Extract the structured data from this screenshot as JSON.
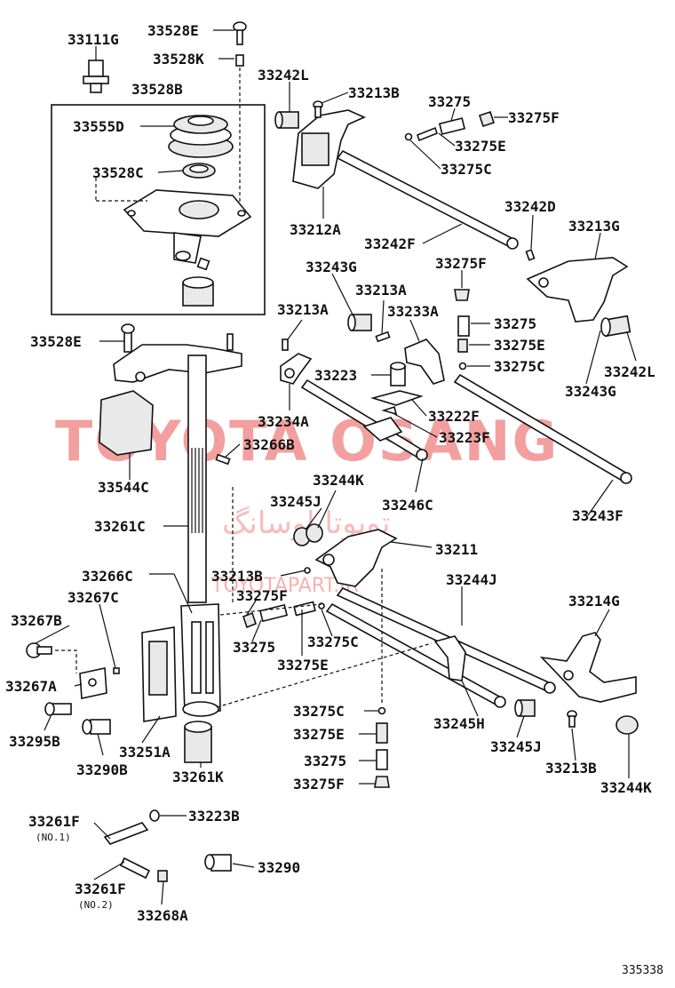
{
  "labels": {
    "l33111G": "33111G",
    "l33528E_top": "33528E",
    "l33528K": "33528K",
    "l33528B": "33528B",
    "l33555D": "33555D",
    "l33528C": "33528C",
    "l33242L_top": "33242L",
    "l33213B_top": "33213B",
    "l33275_top": "33275",
    "l33275F_top": "33275F",
    "l33275E_top": "33275E",
    "l33275C_top": "33275C",
    "l33212A": "33212A",
    "l33242F": "33242F",
    "l33242D": "33242D",
    "l33213G": "33213G",
    "l33275F_mid": "33275F",
    "l33243G_top": "33243G",
    "l33213A_a": "33213A",
    "l33213A_b": "33213A",
    "l33233A": "33233A",
    "l33275_mid": "33275",
    "l33275E_mid": "33275E",
    "l33275C_mid": "33275C",
    "l33242L_mid": "33242L",
    "l33243G_mid": "33243G",
    "l33528E_mid": "33528E",
    "l33223": "33223",
    "l33222F": "33222F",
    "l33234A": "33234A",
    "l33223F": "33223F",
    "l33266B": "33266B",
    "l33544C": "33544C",
    "l33243F": "33243F",
    "l33244K_mid": "33244K",
    "l33245J_mid": "33245J",
    "l33246C": "33246C",
    "l33261C": "33261C",
    "l33211": "33211",
    "l33266C": "33266C",
    "l33213B_mid": "33213B",
    "l33244J": "33244J",
    "l33267C": "33267C",
    "l33275F_low": "33275F",
    "l33214G": "33214G",
    "l33267B": "33267B",
    "l33275_low": "33275",
    "l33275C_low": "33275C",
    "l33275E_low": "33275E",
    "l33267A": "33267A",
    "l33275C_bot": "33275C",
    "l33245H": "33245H",
    "l33295B": "33295B",
    "l33275E_bot": "33275E",
    "l33245J_bot": "33245J",
    "l33251A": "33251A",
    "l33275_bot": "33275",
    "l33213B_bot": "33213B",
    "l33290B": "33290B",
    "l33261K": "33261K",
    "l33275F_bot": "33275F",
    "l33244K_bot": "33244K",
    "l33261F_1": "33261F",
    "l33223B": "33223B",
    "l33290": "33290",
    "l33261F_2": "33261F",
    "l33268A": "33268A",
    "no1": "(NO.1)",
    "no2": "(NO.2)"
  },
  "watermark": {
    "latin": "TOYOTA OSANG",
    "persian": "تویوتا اوسانگ",
    "url": "TOYOTAPART.IR"
  },
  "diagram_code": "335338",
  "colors": {
    "ink": "#111111",
    "watermark": "#f08080"
  }
}
